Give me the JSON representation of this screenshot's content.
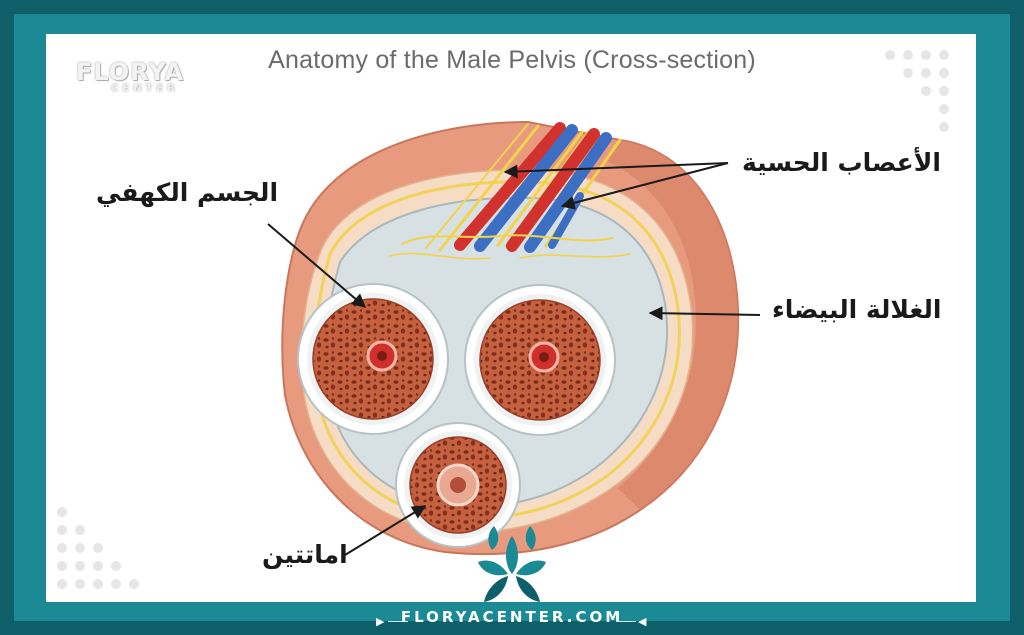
{
  "title": "Anatomy of the Male Pelvis (Cross-section)",
  "logo": {
    "word": "FLORYA",
    "sub": "CENTER"
  },
  "labels": {
    "nerves": "الأعصاب الحسية",
    "corpus_cavernosum": "الجسم الكهفي",
    "tunica_albuginea": "الغلالة البيضاء",
    "urethra": "اماتتين"
  },
  "footer": {
    "site": "FLORYACENTER.COM"
  },
  "icons": [
    "florya-leaf-icon",
    "dot-pattern-icon",
    "chevron-left-icon",
    "chevron-right-icon"
  ],
  "colors": {
    "frame": "#0f5f6b",
    "band": "#1b8a94",
    "panel": "#ffffff",
    "skin": "#eaa58a",
    "tissue": "#c9664c",
    "artery": "#d2322e",
    "vein": "#3c6fc4",
    "nerve": "#efd24a"
  }
}
